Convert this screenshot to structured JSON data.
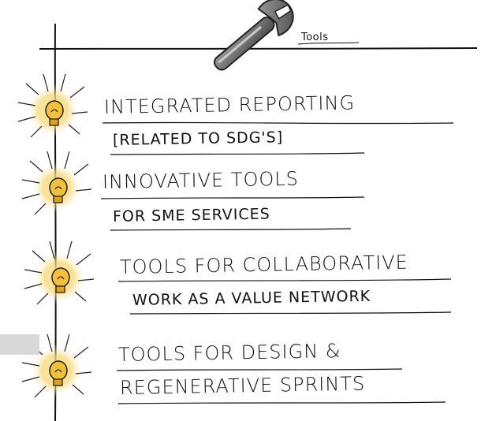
{
  "header": {
    "label": "Tools",
    "icon": "wrench-icon"
  },
  "items": [
    {
      "line1": "Integrated Reporting",
      "line2": "[Related to SDG's]",
      "icon": "lightbulb-icon"
    },
    {
      "line1": "Innovative Tools",
      "line2": "for SME Services",
      "icon": "lightbulb-icon"
    },
    {
      "line1": "Tools for Collaborative",
      "line2": "Work as a Value Network",
      "icon": "lightbulb-icon"
    },
    {
      "line1": "Tools for Design &",
      "line2": "Regenerative Sprints",
      "icon": "lightbulb-icon"
    }
  ],
  "colors": {
    "bulb_glow": "#f7d774",
    "bulb_core": "#f2b51f",
    "ink": "#111111",
    "wrench": "#6e6e6e"
  }
}
